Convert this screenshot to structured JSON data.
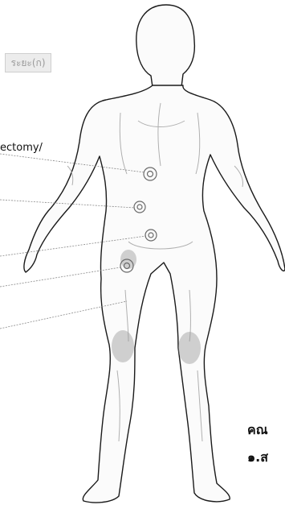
{
  "header": {
    "badge_text": "ระยะ(ก)"
  },
  "labels": {
    "procedure": "ectomy/",
    "thai_line_1": "คณ",
    "thai_line_2": "๑.ส"
  },
  "colors": {
    "background": "#ffffff",
    "outline": "#1a1a1a",
    "shade": "#b0b0b0",
    "leader": "#8a8a8a",
    "port": "#6a6a6a"
  },
  "icons": {
    "figure": "human-body-front-icon",
    "port": "port-marker-icon"
  }
}
